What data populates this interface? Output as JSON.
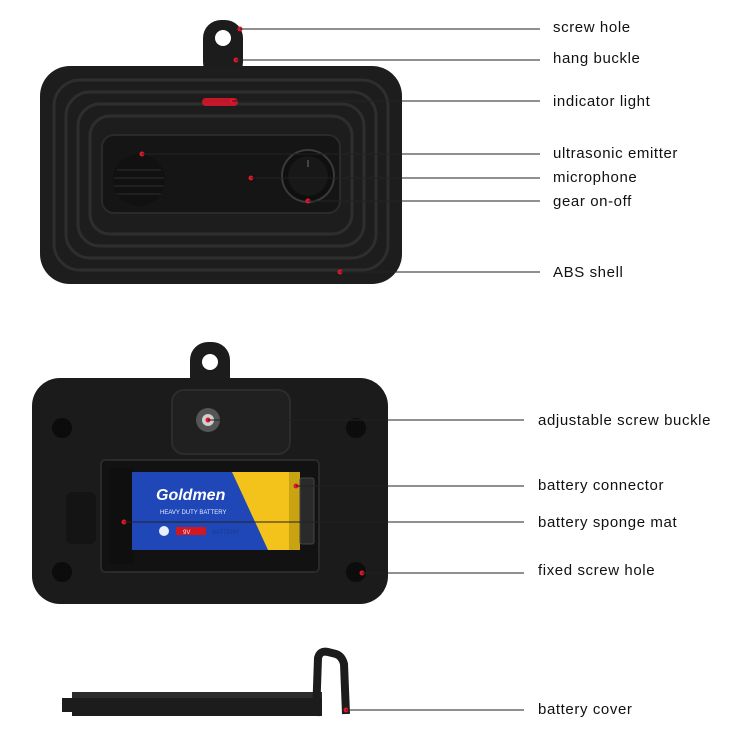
{
  "callouts": {
    "screw_hole": "screw hole",
    "hang_buckle": "hang buckle",
    "indicator_light": "indicator light",
    "ultrasonic_emitter": "ultrasonic emitter",
    "microphone": "microphone",
    "gear_on_off": "gear on-off",
    "abs_shell": "ABS shell",
    "adjustable_screw_buckle": "adjustable screw buckle",
    "battery_connector": "battery connector",
    "battery_sponge_mat": "battery sponge mat",
    "fixed_screw_hole": "fixed screw hole",
    "battery_cover": "battery cover"
  },
  "battery": {
    "brand": "Goldmen",
    "type_text": "HEAVY DUTY BATTERY",
    "voltage_text": "9V",
    "bottom_text": "BATTERY"
  },
  "colors": {
    "device_body": "#1c1c1c",
    "marker_dot": "#e0162b",
    "leader_line": "#222222",
    "battery_blue": "#1f47b8",
    "battery_yellow": "#f3c21b"
  }
}
